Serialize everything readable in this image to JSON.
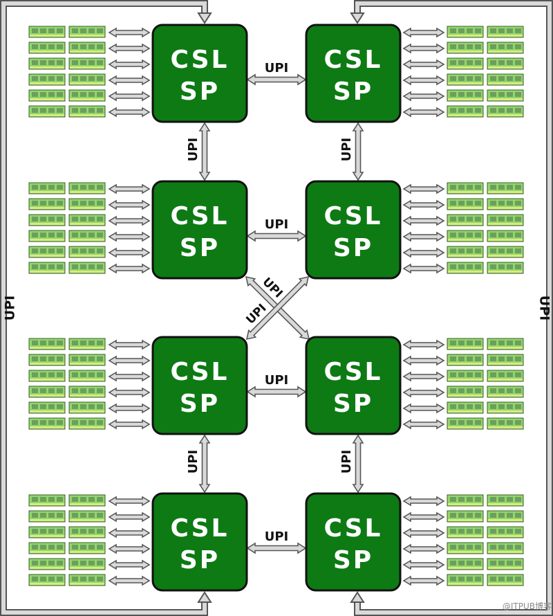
{
  "processor": {
    "line1": "CSL",
    "line2": "SP",
    "count": 8
  },
  "interconnect": {
    "label": "UPI"
  },
  "memory": {
    "dimms_per_socket": 12
  },
  "watermark": "@ITPUB博客",
  "colors": {
    "cpu_fill": "#0d7a14",
    "cpu_stroke": "#111111",
    "dimm_fill": "#8fd86a",
    "dimm_pad": "#d8ec7e",
    "dimm_chip": "#6e9e5e",
    "link_fill": "#d9d9d9",
    "link_stroke": "#555555"
  }
}
